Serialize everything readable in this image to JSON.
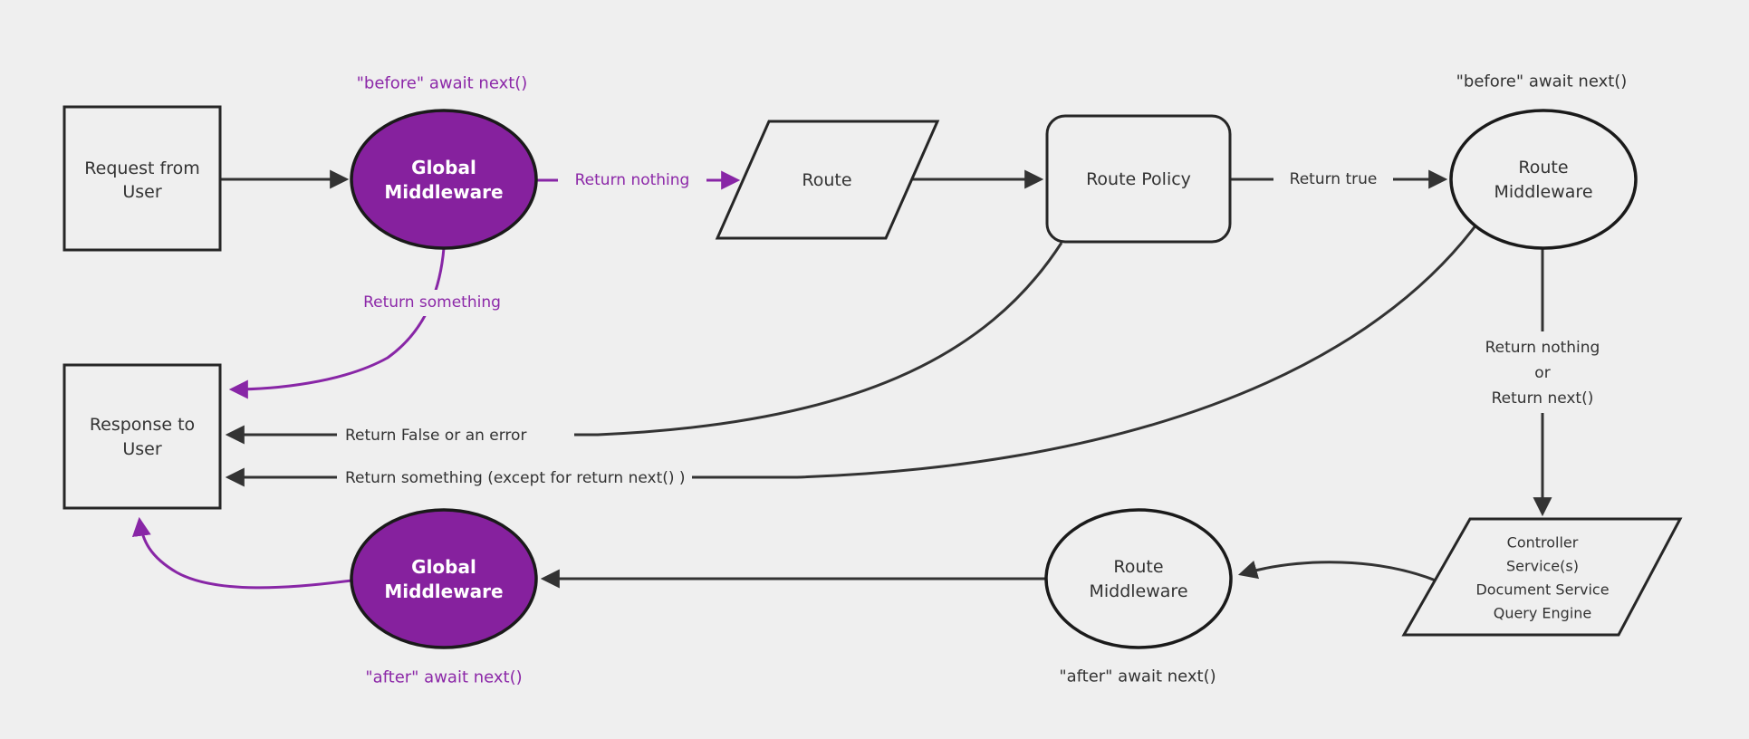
{
  "diagram": {
    "type": "flowchart",
    "background": "#efefef",
    "line_color": "#333333",
    "purple_fill": "#86219e",
    "purple_line": "#8826a6",
    "purple_text": "#8c28a8",
    "node_border": "#262626"
  },
  "nodes": {
    "request": {
      "shape": "rectangle",
      "lines": [
        "Request from",
        "User"
      ]
    },
    "global_middleware_top": {
      "shape": "ellipse",
      "color": "purple",
      "lines": [
        "Global",
        "Middleware"
      ]
    },
    "route": {
      "shape": "parallelogram",
      "lines": [
        "Route"
      ]
    },
    "route_policy": {
      "shape": "rounded-rectangle",
      "lines": [
        "Route Policy"
      ]
    },
    "route_middleware_top": {
      "shape": "ellipse",
      "lines": [
        "Route",
        "Middleware"
      ]
    },
    "controller_services": {
      "shape": "parallelogram",
      "lines": [
        "Controller",
        "Service(s)",
        "Document Service",
        "Query Engine"
      ]
    },
    "route_middleware_bottom": {
      "shape": "ellipse",
      "lines": [
        "Route",
        "Middleware"
      ]
    },
    "global_middleware_bottom": {
      "shape": "ellipse",
      "color": "purple",
      "lines": [
        "Global",
        "Middleware"
      ]
    },
    "response": {
      "shape": "rectangle",
      "lines": [
        "Response to",
        "User"
      ]
    }
  },
  "labels": {
    "before_await_global": "\"before\" await next()",
    "before_await_route": "\"before\" await next()",
    "after_await_global": "\"after\" await next()",
    "after_await_route": "\"after\" await next()",
    "return_nothing": "Return nothing",
    "return_true": "Return true",
    "return_nothing_or_1": "Return nothing",
    "return_nothing_or_2": "or",
    "return_nothing_or_3": "Return next()",
    "return_false": "Return False or an error",
    "return_something_except": "Return something (except for return next() )",
    "return_something": "Return something"
  }
}
